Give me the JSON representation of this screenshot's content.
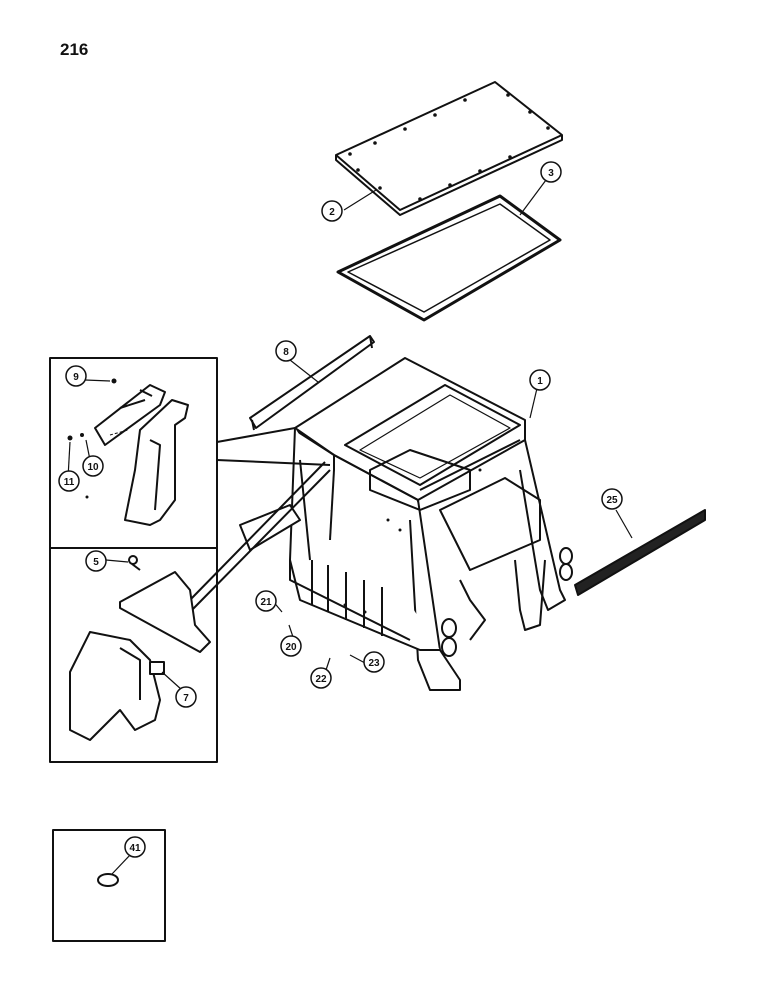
{
  "page": {
    "number": "216"
  },
  "callouts": {
    "c1": "1",
    "c2": "2",
    "c3": "3",
    "c5": "5",
    "c7": "7",
    "c8": "8",
    "c9": "9",
    "c10": "10",
    "c11": "11",
    "c20": "20",
    "c21": "21",
    "c22": "22",
    "c23": "23",
    "c25": "25",
    "c41": "41"
  }
}
